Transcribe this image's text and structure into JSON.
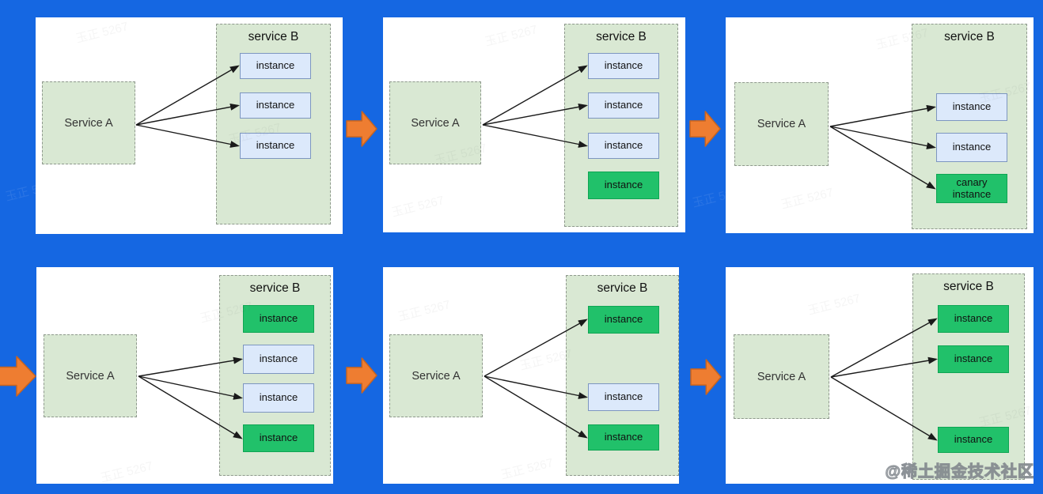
{
  "meta": {
    "description": "Canary deployment rollout diagram: Service A traffic shifting across service B instances in six steps"
  },
  "colors": {
    "background": "#1567E2",
    "panel_bg": "#FFFFFF",
    "service_box_fill": "#D9E8D3",
    "service_box_border": "#8E988C",
    "instance_stable_fill": "#DCE9FB",
    "instance_stable_border": "#7D96C0",
    "instance_new_fill": "#21C16A",
    "instance_new_border": "#0FA553",
    "flow_arrow_fill": "#EE7D31",
    "flow_arrow_border": "#C8641F",
    "connector": "#1A1A1A"
  },
  "watermarks": {
    "brand": "@稀土掘金技术社区",
    "user": "玉正 5267"
  },
  "panels": [
    {
      "step": 1,
      "service_a": "Service A",
      "service_b": "service B",
      "instances": [
        {
          "label": "instance",
          "variant": "stable",
          "receives_traffic": true
        },
        {
          "label": "instance",
          "variant": "stable",
          "receives_traffic": true
        },
        {
          "label": "instance",
          "variant": "stable",
          "receives_traffic": true
        }
      ]
    },
    {
      "step": 2,
      "service_a": "Service A",
      "service_b": "service B",
      "instances": [
        {
          "label": "instance",
          "variant": "stable",
          "receives_traffic": true
        },
        {
          "label": "instance",
          "variant": "stable",
          "receives_traffic": true
        },
        {
          "label": "instance",
          "variant": "stable",
          "receives_traffic": true
        },
        {
          "label": "instance",
          "variant": "canary",
          "receives_traffic": false
        }
      ]
    },
    {
      "step": 3,
      "service_a": "Service A",
      "service_b": "service B",
      "instances": [
        {
          "label": "instance",
          "variant": "stable",
          "receives_traffic": true
        },
        {
          "label": "instance",
          "variant": "stable",
          "receives_traffic": true
        },
        {
          "label": "canary instance",
          "variant": "canary",
          "receives_traffic": true
        }
      ]
    },
    {
      "step": 4,
      "service_a": "Service A",
      "service_b": "service B",
      "instances": [
        {
          "label": "instance",
          "variant": "canary",
          "receives_traffic": false
        },
        {
          "label": "instance",
          "variant": "stable",
          "receives_traffic": true
        },
        {
          "label": "instance",
          "variant": "stable",
          "receives_traffic": true
        },
        {
          "label": "instance",
          "variant": "canary",
          "receives_traffic": true
        }
      ]
    },
    {
      "step": 5,
      "service_a": "Service A",
      "service_b": "service B",
      "instances": [
        {
          "label": "instance",
          "variant": "canary",
          "receives_traffic": true
        },
        {
          "label": "instance",
          "variant": "stable",
          "receives_traffic": true
        },
        {
          "label": "instance",
          "variant": "canary",
          "receives_traffic": true
        }
      ]
    },
    {
      "step": 6,
      "service_a": "Service A",
      "service_b": "service B",
      "instances": [
        {
          "label": "instance",
          "variant": "canary",
          "receives_traffic": true
        },
        {
          "label": "instance",
          "variant": "canary",
          "receives_traffic": true
        },
        {
          "label": "instance",
          "variant": "canary",
          "receives_traffic": true
        }
      ]
    }
  ]
}
